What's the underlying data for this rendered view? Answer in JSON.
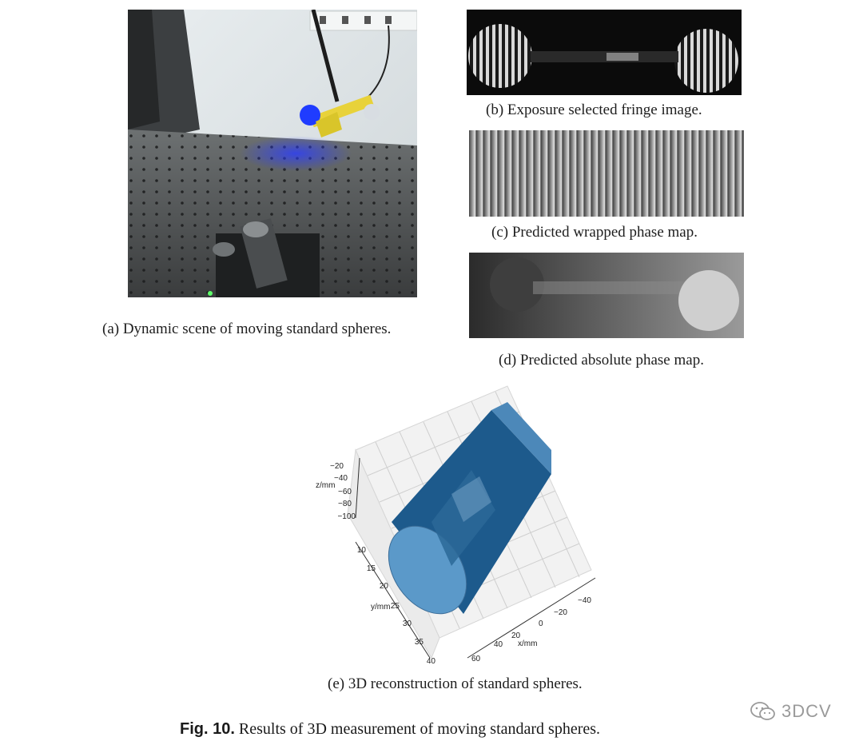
{
  "panels": {
    "a": {
      "caption": "(a) Dynamic scene of moving standard spheres."
    },
    "b": {
      "caption": "(b) Exposure selected fringe image."
    },
    "c": {
      "caption": "(c) Predicted wrapped phase map."
    },
    "d": {
      "caption": "(d) Predicted absolute phase map."
    },
    "e": {
      "caption": "(e) 3D reconstruction of standard spheres.",
      "z_label": "z/mm",
      "y_label": "y/mm",
      "x_label": "x/mm",
      "z_ticks": [
        "−20",
        "−40",
        "−60",
        "−80",
        "−100"
      ],
      "y_ticks": [
        "10",
        "15",
        "20",
        "25",
        "30",
        "35",
        "40"
      ],
      "x_ticks": [
        "60",
        "40",
        "20",
        "0",
        "−20",
        "−40"
      ]
    }
  },
  "figure": {
    "label": "Fig. 10.",
    "caption": "Results of 3D measurement of moving standard spheres."
  },
  "watermark": {
    "text": "3DCV",
    "icon": "wechat-icon"
  }
}
